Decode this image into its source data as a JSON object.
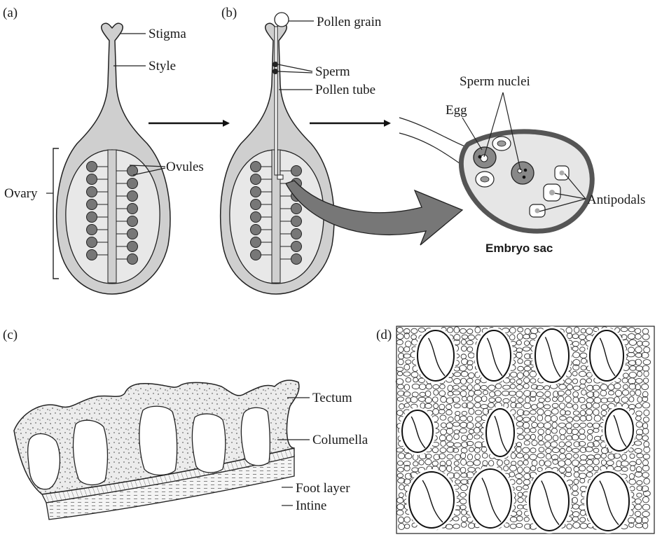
{
  "panels": {
    "a": {
      "letter": "(a)",
      "labels": {
        "stigma": "Stigma",
        "style": "Style",
        "ovules": "Ovules",
        "ovary": "Ovary"
      }
    },
    "b": {
      "letter": "(b)",
      "labels": {
        "pollen_grain": "Pollen grain",
        "sperm": "Sperm",
        "pollen_tube": "Pollen tube"
      }
    },
    "embryo_sac": {
      "title": "Embryo sac",
      "labels": {
        "sperm_nuclei": "Sperm nuclei",
        "egg": "Egg",
        "antipodals": "Antipodals"
      }
    },
    "c": {
      "letter": "(c)",
      "labels": {
        "tectum": "Tectum",
        "columella": "Columella",
        "foot_layer": "Foot layer",
        "intine": "Intine"
      }
    },
    "d": {
      "letter": "(d)"
    }
  },
  "colors": {
    "fill_gray": "#cfcfcf",
    "fill_light": "#e8e8e8",
    "dark_wall": "#555555",
    "ink": "#222222"
  }
}
